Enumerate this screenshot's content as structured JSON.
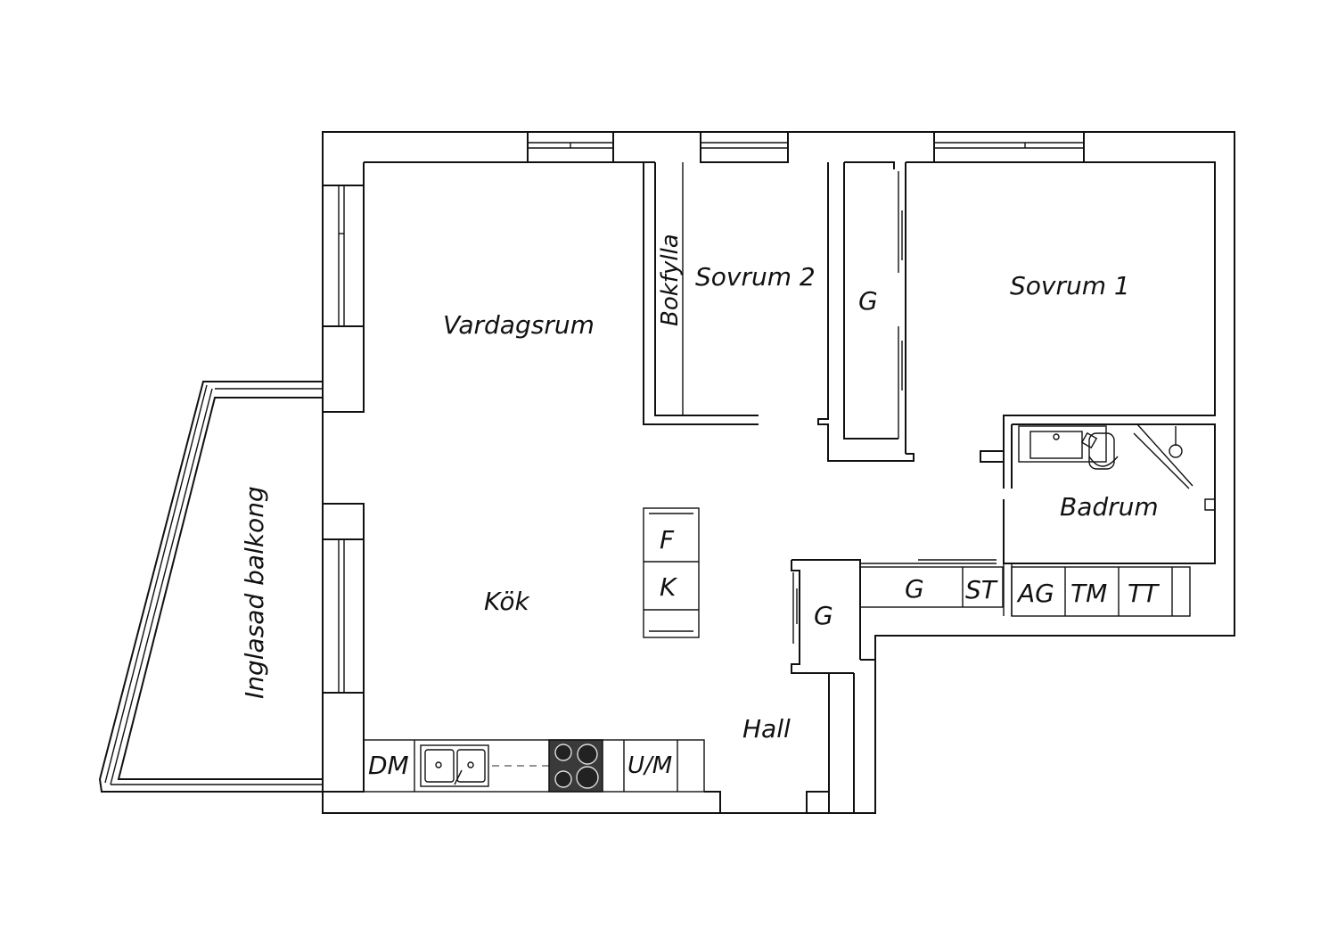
{
  "rooms": {
    "vardagsrum": "Vardagsrum",
    "sovrum2": "Sovrum 2",
    "sovrum1": "Sovrum 1",
    "bokfylla": "Bokfylla",
    "garderob_sovrum": "G",
    "inglasad_balkong": "Inglasad balkong",
    "kok": "Kök",
    "badrum": "Badrum",
    "hall": "Hall"
  },
  "fixtures": {
    "fridge": "F",
    "freezer": "K",
    "dishwasher": "DM",
    "microwave_oven": "U/M",
    "wardrobe_hall": "G",
    "wardrobe_hall_2": "G",
    "storage": "ST",
    "ag": "AG",
    "tm": "TM",
    "tt": "TT"
  }
}
